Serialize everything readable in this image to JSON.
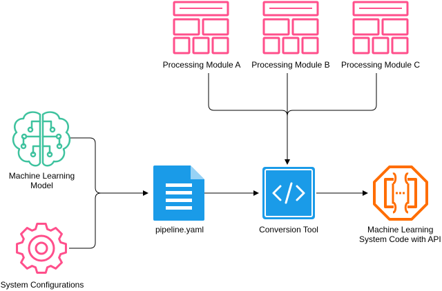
{
  "colors": {
    "pink": "#ff4f8b",
    "teal": "#3ec29e",
    "blue": "#1a9be8",
    "orange": "#ff6d00",
    "edge": "#000000"
  },
  "nodes": {
    "module_a": {
      "label": "Processing Module A",
      "icon": "grid-table-icon"
    },
    "module_b": {
      "label": "Processing Module B",
      "icon": "grid-table-icon"
    },
    "module_c": {
      "label": "Processing Module C",
      "icon": "grid-table-icon"
    },
    "ml_model": {
      "label_line1": "Machine Learning",
      "label_line2": "Model",
      "icon": "brain-circuit-icon"
    },
    "system_config": {
      "label": "System Configurations",
      "icon": "gear-icon"
    },
    "pipeline": {
      "label": "pipeline.yaml",
      "icon": "document-icon"
    },
    "conversion": {
      "label": "Conversion Tool",
      "icon": "code-icon"
    },
    "output": {
      "label_line1": "Machine Learning",
      "label_line2": "System Code with API",
      "icon": "api-octagon-icon"
    }
  }
}
